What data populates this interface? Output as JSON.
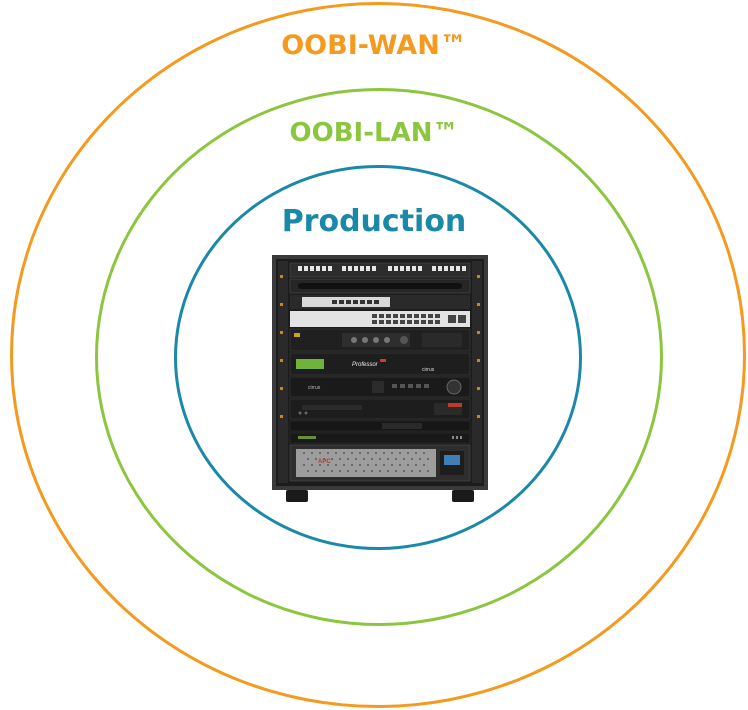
{
  "rings": {
    "wan": {
      "label": "OOBI-WAN™",
      "color": "#f39a1f"
    },
    "lan": {
      "label": "OOBI-LAN™",
      "color": "#8cc63f"
    },
    "production": {
      "label": "Production",
      "color": "#1a88a8"
    }
  },
  "rack": {
    "icon": "server-rack-icon",
    "device_labels": [
      "Professor",
      "cirrus",
      "cirrus",
      "APC"
    ]
  }
}
